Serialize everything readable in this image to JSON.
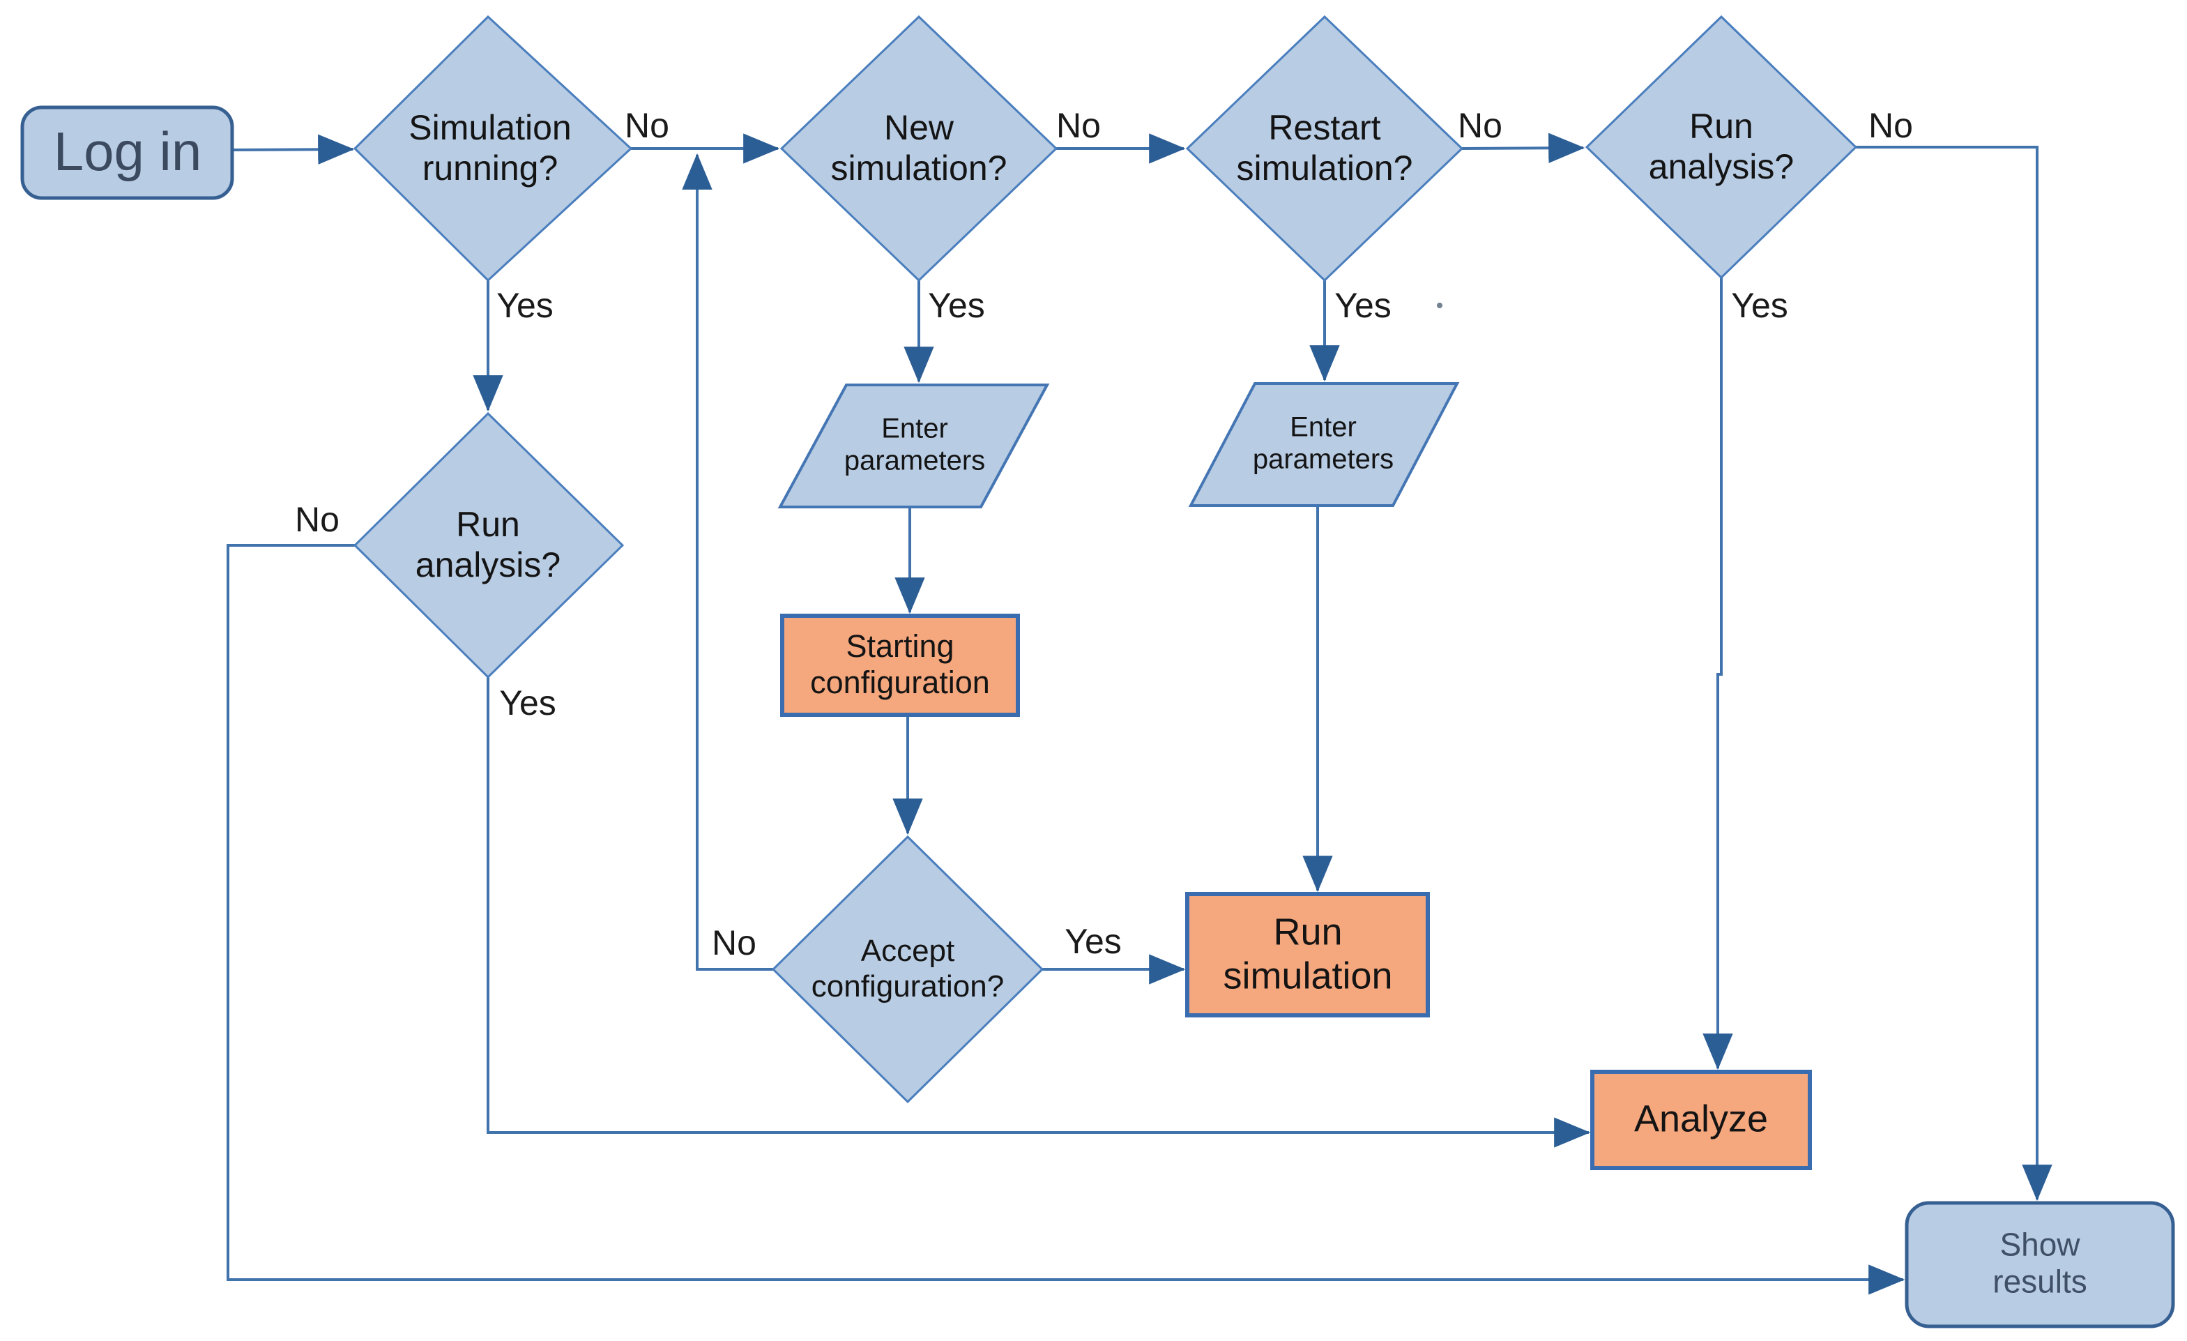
{
  "colors": {
    "decision_fill": "#b8cce4",
    "decision_border": "#4a7ebd",
    "terminal_fill": "#b8cce4",
    "terminal_border": "#376092",
    "io_fill": "#b8cce4",
    "io_border": "#4576b4",
    "process_fill": "#f5a77e",
    "process_border": "#3a6cb0",
    "connector_line": "#4173ad",
    "arrowhead": "#2c5e96",
    "terminal_text": "#3b4a5f",
    "label_text": "#141414"
  },
  "nodes": {
    "login": {
      "label": "Log in"
    },
    "sim_running": {
      "label": "Simulation\nrunning?"
    },
    "new_sim": {
      "label": "New\nsimulation?"
    },
    "restart_sim": {
      "label": "Restart\nsimulation?"
    },
    "run_analysis_top": {
      "label": "Run\nanalysis?"
    },
    "run_analysis_left": {
      "label": "Run\nanalysis?"
    },
    "enter_params_1": {
      "label": "Enter\nparameters"
    },
    "enter_params_2": {
      "label": "Enter\nparameters"
    },
    "starting_config": {
      "label": "Starting\nconfiguration"
    },
    "accept_config": {
      "label": "Accept\nconfiguration?"
    },
    "run_simulation": {
      "label": "Run\nsimulation"
    },
    "analyze": {
      "label": "Analyze"
    },
    "show_results": {
      "label": "Show\nresults"
    }
  },
  "edge_labels": {
    "sim_running_no": "No",
    "sim_running_yes": "Yes",
    "new_sim_no": "No",
    "new_sim_yes": "Yes",
    "restart_no": "No",
    "restart_yes": "Yes",
    "run_analysis_top_no": "No",
    "run_analysis_top_yes": "Yes",
    "run_analysis_left_no": "No",
    "run_analysis_left_yes": "Yes",
    "accept_config_no": "No",
    "accept_config_yes": "Yes"
  }
}
